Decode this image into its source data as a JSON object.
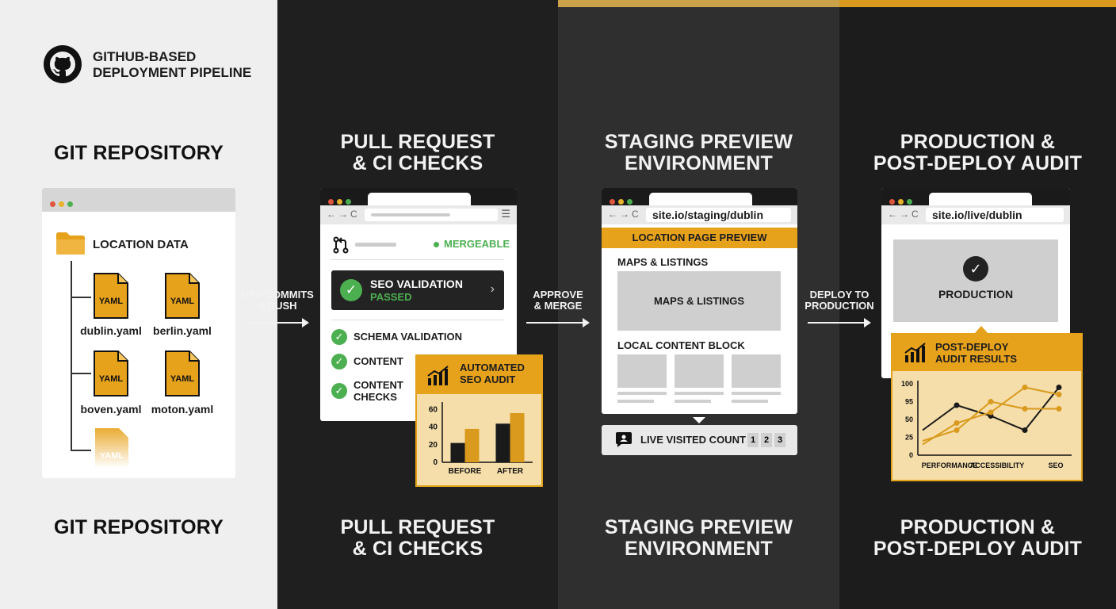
{
  "brand": {
    "title_line1": "GITHUB-BASED",
    "title_line2": "DEPLOYMENT PIPELINE",
    "icon": "github-icon"
  },
  "colors": {
    "accent": "#e7a21c",
    "success": "#4caf50",
    "dark": "#1f1f1f"
  },
  "stages": [
    {
      "title_line1": "GIT REPOSITORY",
      "title_line2": ""
    },
    {
      "title_line1": "PULL REQUEST",
      "title_line2": "& CI CHECKS"
    },
    {
      "title_line1": "STAGING PREVIEW",
      "title_line2": "ENVIRONMENT"
    },
    {
      "title_line1": "PRODUCTION &",
      "title_line2": "POST-DEPLOY AUDIT"
    }
  ],
  "repo": {
    "folder_label": "LOCATION DATA",
    "file_badge": "YAML",
    "files": [
      "dublin.yaml",
      "berlin.yaml",
      "boven.yaml",
      "moton.yaml"
    ]
  },
  "arrows": [
    {
      "line1": "DEV COMMITS",
      "line2": "& PUSH"
    },
    {
      "line1": "APPROVE",
      "line2": "& MERGE"
    },
    {
      "line1": "DEPLOY TO",
      "line2": "PRODUCTION"
    }
  ],
  "pr": {
    "status": "MERGEABLE",
    "banner_line1": "SEO VALIDATION",
    "banner_line2": "PASSED",
    "checks": [
      "SCHEMA VALIDATION",
      "CONTENT",
      "CONTENT CHECKS"
    ],
    "audit_title_line1": "AUTOMATED",
    "audit_title_line2": "SEO AUDIT"
  },
  "staging": {
    "url": "site.io/staging/dublin",
    "preview_banner": "LOCATION PAGE PREVIEW",
    "maps_heading": "MAPS & LISTINGS",
    "maps_box": "MAPS & LISTINGS",
    "local_heading": "LOCAL CONTENT BLOCK",
    "counter_label": "LIVE VISITED COUNT",
    "counter_pages": [
      "1",
      "2",
      "3"
    ]
  },
  "production": {
    "url": "site.io/live/dublin",
    "box_label": "PRODUCTION",
    "audit_title_line1": "POST-DEPLOY",
    "audit_title_line2": "AUDIT RESULTS"
  },
  "chart_data": [
    {
      "type": "bar",
      "categories": [
        "BEFORE",
        "AFTER"
      ],
      "series": [
        {
          "values": [
            22,
            44
          ]
        },
        {
          "values": [
            38,
            56
          ]
        }
      ],
      "yticks": [
        0,
        20,
        40,
        60
      ],
      "ylim": [
        0,
        65
      ],
      "title": "",
      "colors": [
        "#1a1a1a",
        "#d99a1e"
      ]
    },
    {
      "type": "line",
      "categories": [
        "PERFORMANCE",
        "ACCESSIBILITY",
        "SEO"
      ],
      "x_positions": [
        0,
        1,
        2,
        3,
        4
      ],
      "series": [
        {
          "values": [
            35,
            70,
            55,
            35,
            95
          ],
          "color": "#1a1a1a"
        },
        {
          "values": [
            15,
            45,
            60,
            95,
            85
          ],
          "color": "#d99a1e"
        },
        {
          "values": [
            20,
            35,
            75,
            65,
            65
          ],
          "color": "#d99a1e"
        }
      ],
      "yticks": [
        0,
        25,
        50,
        95,
        100
      ],
      "ylim": [
        0,
        100
      ]
    }
  ]
}
